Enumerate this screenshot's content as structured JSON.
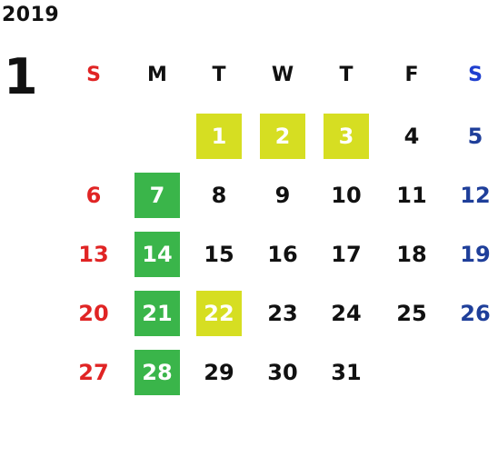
{
  "header": {
    "year": "2019",
    "month": "1"
  },
  "colors": {
    "text": "#111111",
    "sunday": "#e02424",
    "saturday_header": "#1f3fcf",
    "saturday": "#1f3f9a",
    "highlight_yellow": "#d6de22",
    "highlight_green": "#3ab54a",
    "highlight_text": "#ffffff"
  },
  "weekdays": [
    "S",
    "M",
    "T",
    "W",
    "T",
    "F",
    "S"
  ],
  "days": [
    {
      "label": "1",
      "col": 2,
      "row": 0,
      "highlight": "yellow"
    },
    {
      "label": "2",
      "col": 3,
      "row": 0,
      "highlight": "yellow"
    },
    {
      "label": "3",
      "col": 4,
      "row": 0,
      "highlight": "yellow"
    },
    {
      "label": "4",
      "col": 5,
      "row": 0
    },
    {
      "label": "5",
      "col": 6,
      "row": 0
    },
    {
      "label": "6",
      "col": 0,
      "row": 1
    },
    {
      "label": "7",
      "col": 1,
      "row": 1,
      "highlight": "green"
    },
    {
      "label": "8",
      "col": 2,
      "row": 1
    },
    {
      "label": "9",
      "col": 3,
      "row": 1
    },
    {
      "label": "10",
      "col": 4,
      "row": 1
    },
    {
      "label": "11",
      "col": 5,
      "row": 1
    },
    {
      "label": "12",
      "col": 6,
      "row": 1
    },
    {
      "label": "13",
      "col": 0,
      "row": 2
    },
    {
      "label": "14",
      "col": 1,
      "row": 2,
      "highlight": "green"
    },
    {
      "label": "15",
      "col": 2,
      "row": 2
    },
    {
      "label": "16",
      "col": 3,
      "row": 2
    },
    {
      "label": "17",
      "col": 4,
      "row": 2
    },
    {
      "label": "18",
      "col": 5,
      "row": 2
    },
    {
      "label": "19",
      "col": 6,
      "row": 2
    },
    {
      "label": "20",
      "col": 0,
      "row": 3
    },
    {
      "label": "21",
      "col": 1,
      "row": 3,
      "highlight": "green"
    },
    {
      "label": "22",
      "col": 2,
      "row": 3,
      "highlight": "yellow"
    },
    {
      "label": "23",
      "col": 3,
      "row": 3
    },
    {
      "label": "24",
      "col": 4,
      "row": 3
    },
    {
      "label": "25",
      "col": 5,
      "row": 3
    },
    {
      "label": "26",
      "col": 6,
      "row": 3
    },
    {
      "label": "27",
      "col": 0,
      "row": 4
    },
    {
      "label": "28",
      "col": 1,
      "row": 4,
      "highlight": "green"
    },
    {
      "label": "29",
      "col": 2,
      "row": 4
    },
    {
      "label": "30",
      "col": 3,
      "row": 4
    },
    {
      "label": "31",
      "col": 4,
      "row": 4
    }
  ]
}
